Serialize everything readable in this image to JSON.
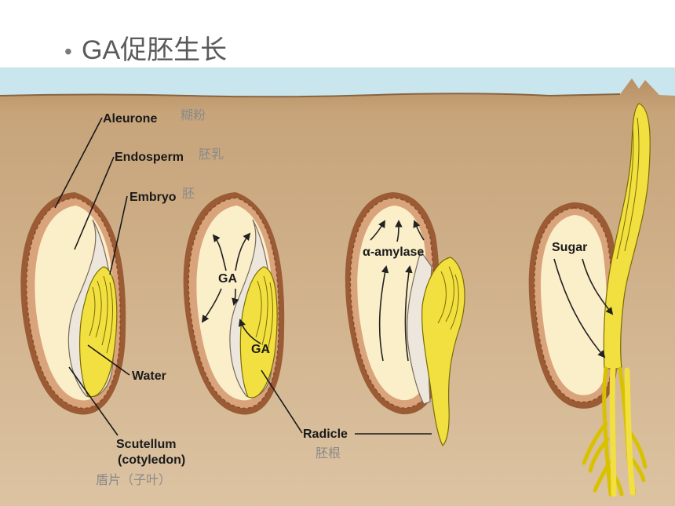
{
  "slide": {
    "bullet": "•",
    "title": "GA促胚生长"
  },
  "labels": {
    "aleurone": "Aleurone",
    "endosperm": "Endosperm",
    "embryo": "Embryo",
    "water": "Water",
    "scutellum": "Scutellum",
    "cotyledon": "(cotyledon)",
    "ga_1": "GA",
    "ga_2": "GA",
    "amylase": "α-amylase",
    "radicle": "Radicle",
    "sugar": "Sugar"
  },
  "annotations_zh": {
    "aleurone": "糊粉",
    "endosperm": "胚乳",
    "embryo": "胚",
    "radicle": "胚根",
    "scutellum": "盾片（子叶）"
  },
  "colors": {
    "sky": "#c9e6ee",
    "soil": "#c8a77f",
    "soil_dark": "#b08a5f",
    "seed_coat": "#a0623a",
    "endosperm": "#fbefc9",
    "embryo": "#f2e040",
    "scutellum": "#ece6dd"
  }
}
